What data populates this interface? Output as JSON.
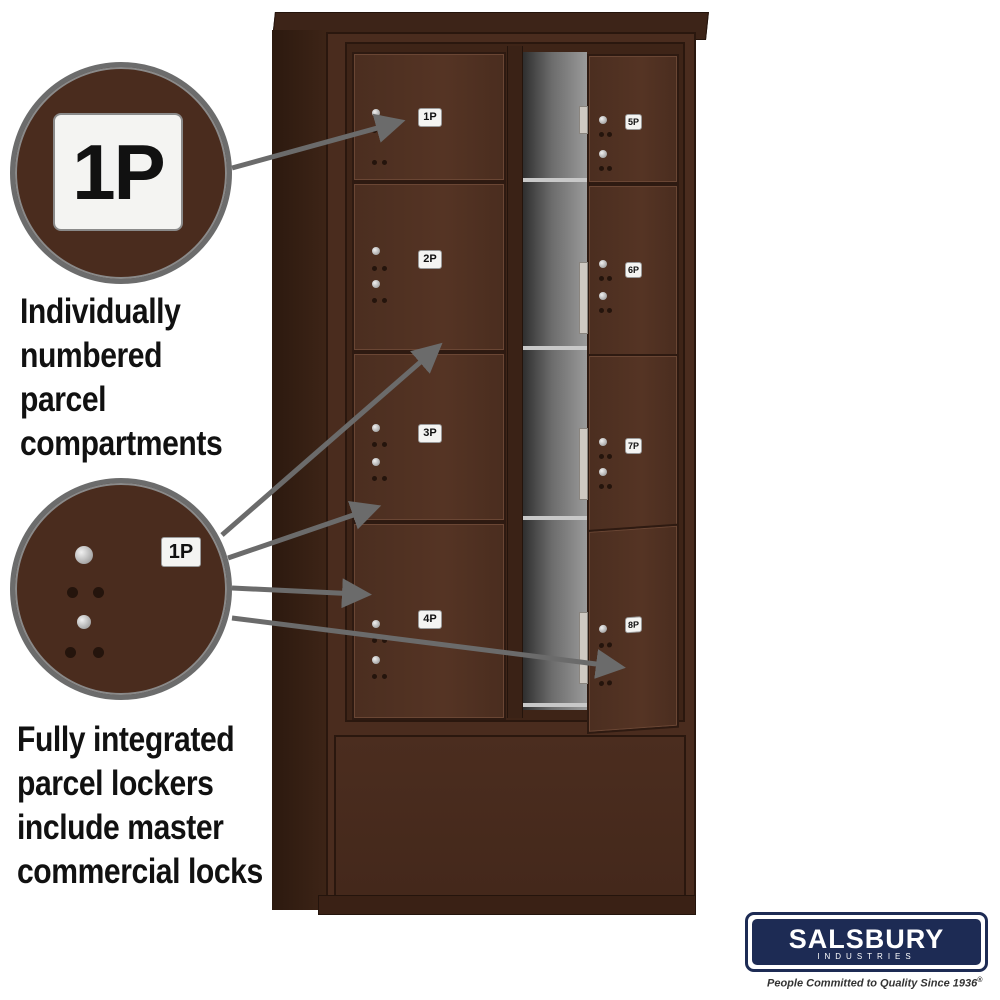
{
  "callouts": {
    "top_badge": "1P",
    "lower_badge": "1P",
    "top_caption": [
      "Individually",
      "numbered",
      "parcel",
      "compartments"
    ],
    "bottom_caption": [
      "Fully integrated",
      "parcel lockers",
      "include master",
      "commercial locks"
    ]
  },
  "lockers": {
    "left_column": [
      "1P",
      "2P",
      "3P",
      "4P"
    ],
    "right_column": [
      "5P",
      "6P",
      "7P",
      "8P"
    ]
  },
  "brand": {
    "name": "SALSBURY",
    "subtitle": "INDUSTRIES",
    "tagline": "People Committed to Quality Since 1936",
    "registered": "®"
  },
  "colors": {
    "bronze": "#4a2c1e",
    "arrow": "#6b6b6b",
    "logo_navy": "#1d2b54"
  }
}
